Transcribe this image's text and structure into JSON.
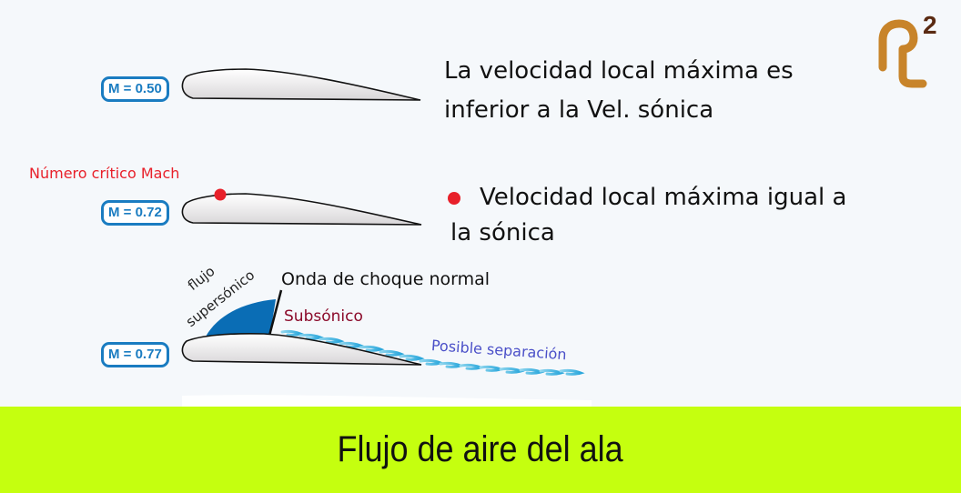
{
  "diagram": {
    "rows": [
      {
        "mach_label": "M = 0.50",
        "description_lines": [
          "La velocidad local máxima es",
          "inferior a la Vel. sónica"
        ]
      },
      {
        "mach_label": "M = 0.72",
        "annotation": "Número crítico Mach",
        "description_lines": [
          "Velocidad local máxima igual a",
          "la sónica"
        ]
      },
      {
        "mach_label": "M = 0.77",
        "annotations": {
          "supersonic_flow_line1": "flujo",
          "supersonic_flow_line2": "supersónico",
          "shock_wave": "Onda de choque normal",
          "subsonic": "Subsónico",
          "separation": "Posible separación"
        }
      }
    ],
    "colors": {
      "mach_badge": "#1a7cc1",
      "critical_point": "#e8202a",
      "supersonic_region": "#0a6db5",
      "subsonic_label": "#8b0a2a",
      "separation_label": "#4a4fc8",
      "footer_bg": "#c5ff0f",
      "logo_primary": "#c8842a",
      "logo_secondary": "#5a2a12"
    }
  },
  "logo": {
    "superscript": "2"
  },
  "footer": {
    "title": "Flujo de aire del ala"
  }
}
